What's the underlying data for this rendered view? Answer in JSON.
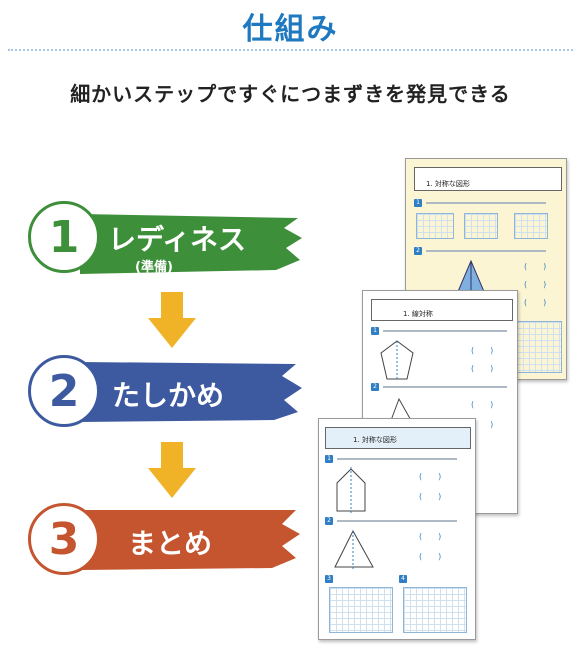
{
  "header": {
    "title": "仕組み",
    "subtitle": "細かいステップですぐにつまずきを発見できる"
  },
  "steps": [
    {
      "number": "1",
      "label": "レディネス",
      "sublabel": "(準備)",
      "color": "#3d8f3a"
    },
    {
      "number": "2",
      "label": "たしかめ",
      "sublabel": "",
      "color": "#3d5aa0"
    },
    {
      "number": "3",
      "label": "まとめ",
      "sublabel": "",
      "color": "#c4552f"
    }
  ],
  "arrow_color": "#f0b327",
  "worksheets": {
    "back": {
      "title": "1. 対称な図形",
      "bg": "#fbf5d3"
    },
    "middle": {
      "title": "1. 線対称",
      "bg": "#ffffff"
    },
    "front": {
      "title": "1. 対称な図形",
      "bg": "#ffffff"
    }
  }
}
